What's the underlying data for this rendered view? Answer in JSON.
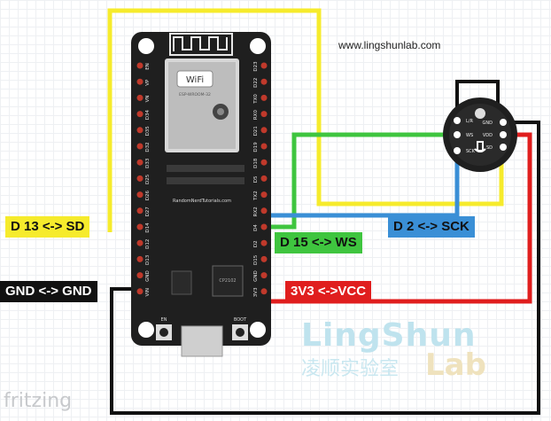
{
  "website": "www.lingshunlab.com",
  "labels": {
    "sd": "D 13 <-> SD",
    "ws": "D 15 <-> WS",
    "sck": "D 2 <-> SCK",
    "gnd": "GND <-> GND",
    "vcc": "3V3 <->VCC"
  },
  "board": {
    "wifi_logo": "WiFi",
    "module_text": "ESP-WROOM-32",
    "site_text": "RandomNerdTutorials.com",
    "chip_text": "CP2102",
    "button_left": "EN",
    "button_right": "BOOT",
    "left_pins": [
      "EN",
      "VP",
      "VN",
      "D34",
      "D35",
      "D32",
      "D33",
      "D25",
      "D26",
      "D27",
      "D14",
      "D12",
      "D13",
      "GND",
      "VIN"
    ],
    "right_pins": [
      "D23",
      "D22",
      "TX0",
      "RX0",
      "D21",
      "D19",
      "D18",
      "D5",
      "TX2",
      "RX2",
      "D4",
      "D2",
      "D15",
      "GND",
      "3V3"
    ]
  },
  "mic_pins": {
    "left": [
      "L/R",
      "WS",
      "SCK"
    ],
    "right": [
      "GND",
      "VDD",
      "SD"
    ]
  },
  "watermark": {
    "brand": "LingShun",
    "chinese": "凌顺实验室",
    "lab": "Lab"
  },
  "footer": "fritzing",
  "colors": {
    "sd_wire": "#f6eb2c",
    "ws_wire": "#3fc53f",
    "sck_wire": "#3a8fd6",
    "gnd_wire": "#111111",
    "vcc_wire": "#e01e1e",
    "board": "#1f1f1f"
  }
}
